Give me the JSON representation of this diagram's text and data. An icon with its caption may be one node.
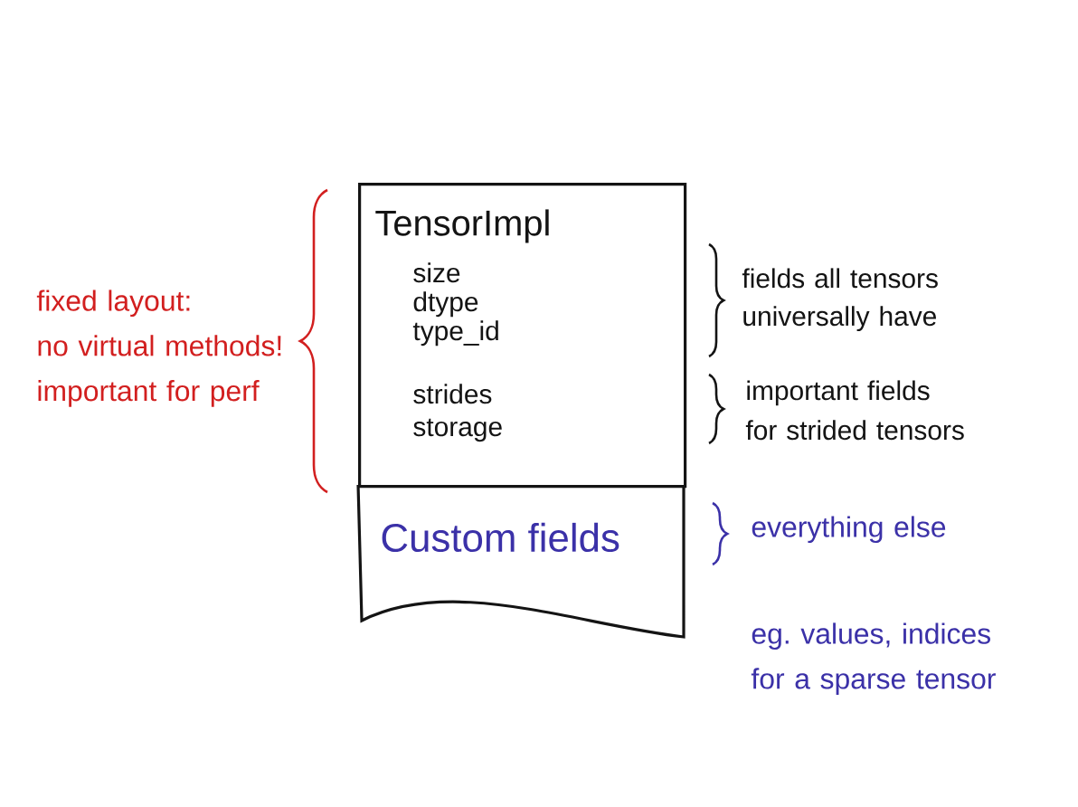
{
  "diagram": {
    "nodes": [
      {
        "text": [
          "TensorImpl",
          "size",
          "dtype",
          "type_id",
          "strides",
          "storage"
        ]
      },
      {
        "text": [
          "Custom fields"
        ]
      }
    ],
    "labels": [
      "fixed layout: no virtual methods! important for perf",
      "fields all tensors universally have",
      "important fields for strided tensors",
      "everything else",
      "eg. values, indices for a sparse tensor"
    ]
  }
}
